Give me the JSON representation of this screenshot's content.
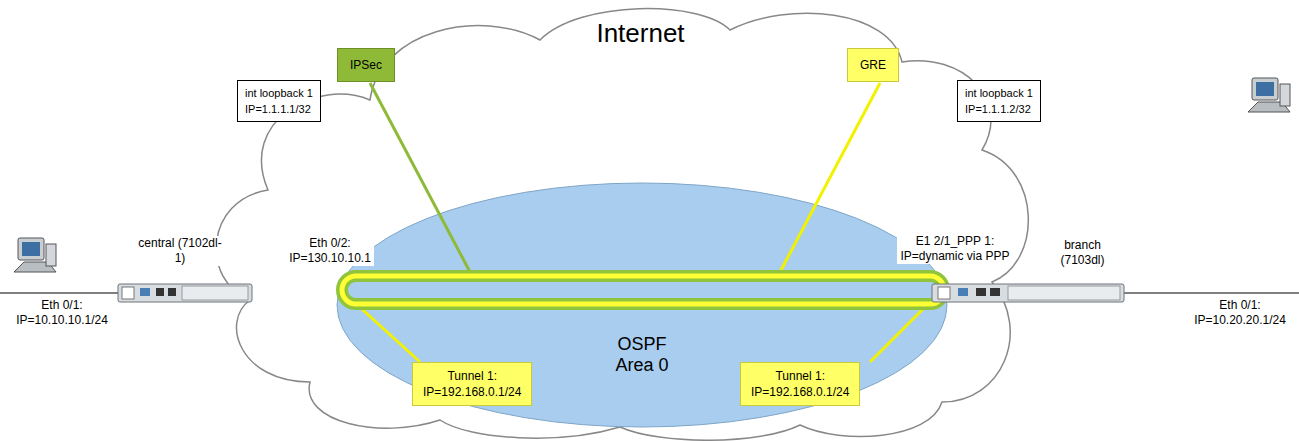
{
  "diagram": {
    "nodes": [
      {
        "text": [
          "int loopback 1",
          "IP=1.1.1.1/32"
        ]
      },
      {
        "text": [
          "IPSec"
        ]
      },
      {
        "text": [
          "GRE"
        ]
      },
      {
        "text": [
          "Tunnel 1:",
          "IP=192.168.0.1/24"
        ]
      },
      {
        "text": [
          "Tunnel 1:",
          "IP=192.168.0.1/24"
        ]
      },
      {
        "text": [
          "int loopback 1",
          "IP=1.1.1.2/32"
        ]
      }
    ],
    "labels": [
      "Internet",
      "OSPF Area 0",
      "central (7102dl-1)",
      "Eth 0/2: IP=130.10.10.1",
      "E1 2/1_PPP 1: IP=dynamic via PPP",
      "branch (7103dl)",
      "Eth 0/1: IP=10.10.10.1/24",
      "Eth 0/1: IP=10.20.20.1/24"
    ]
  }
}
